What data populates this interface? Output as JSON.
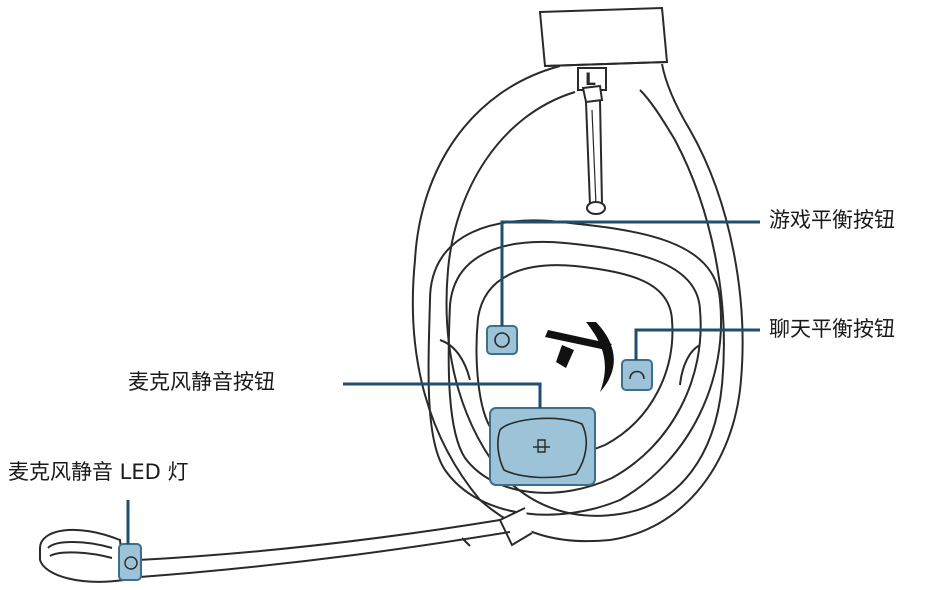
{
  "callouts": {
    "game_balance_button": "游戏平衡按钮",
    "chat_balance_button": "聊天平衡按钮",
    "mic_mute_button": "麦克风静音按钮",
    "mic_mute_led": "麦克风静音 LED 灯"
  },
  "headband_side_marker": "L",
  "colors": {
    "outline": "#2a2a2a",
    "highlight_fill": "#9cc3d8",
    "highlight_stroke": "#3d6f8c",
    "leader_line": "#1f4e6e"
  }
}
